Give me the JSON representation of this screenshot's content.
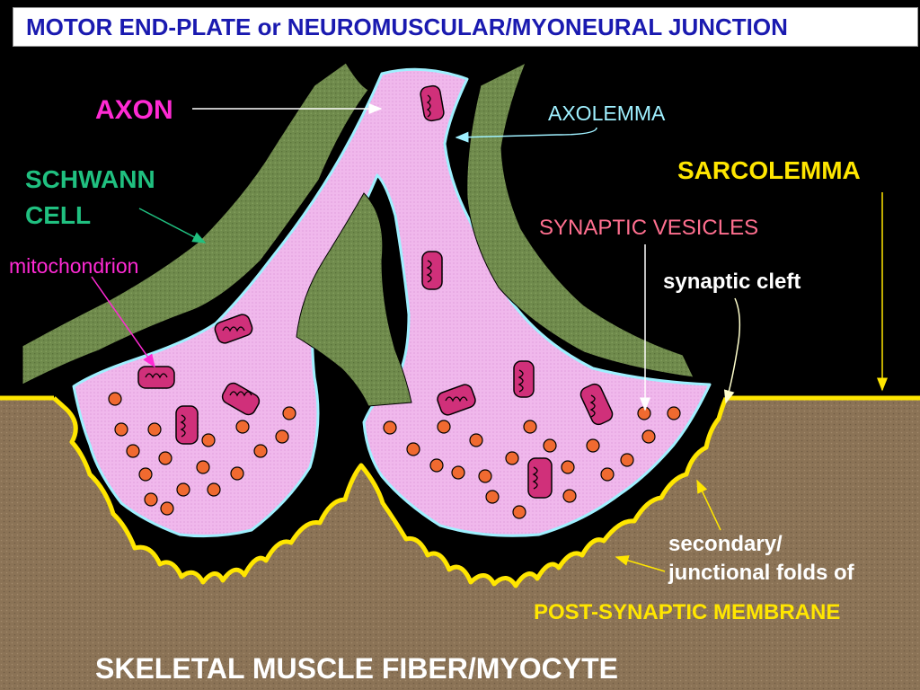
{
  "title": "MOTOR END-PLATE or NEUROMUSCULAR/MYONEURAL JUNCTION",
  "labels": {
    "axon": "AXON",
    "axolemma": "AXOLEMMA",
    "schwann_line1": "SCHWANN",
    "schwann_line2": "CELL",
    "sarcolemma": "SARCOLEMMA",
    "mitochondrion": "mitochondrion",
    "synaptic_vesicles": "SYNAPTIC VESICLES",
    "synaptic_cleft": "synaptic cleft",
    "folds_line1": "secondary/",
    "folds_line2": "junctional folds of",
    "post_synaptic": "POST-SYNAPTIC MEMBRANE",
    "muscle_fiber": "SKELETAL MUSCLE FIBER/MYOCYTE"
  },
  "colors": {
    "background": "#000000",
    "title_text": "#1a1ab0",
    "axon_fill": "#f0b8ec",
    "axolemma_outline": "#9ff0ff",
    "schwann_fill": "#6f8a4c",
    "muscle_fill": "#8b7356",
    "sarcolemma": "#ffe600",
    "mitochondrion_fill": "#d0307a",
    "vesicle_fill": "#f06a30",
    "label_magenta": "#ff2ad4",
    "label_cyan": "#9ff0ff",
    "label_green": "#20c080",
    "label_yellow": "#ffe600",
    "label_pink": "#ff6f8f",
    "label_white": "#ffffff"
  }
}
